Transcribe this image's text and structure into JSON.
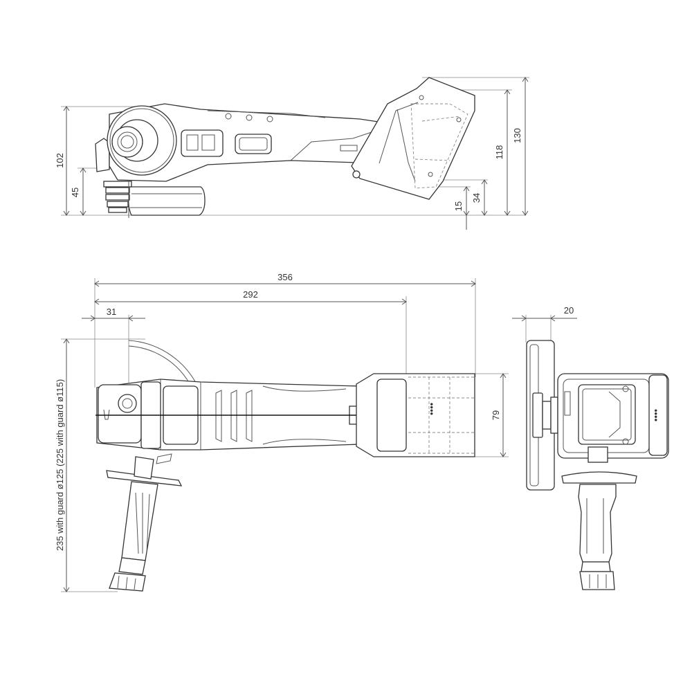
{
  "dimensions": {
    "side_height": "102",
    "side_disc_height": "45",
    "side_overall_height": "130",
    "side_battery_height": "118",
    "side_battery_bottom": "34",
    "side_offset": "15",
    "top_overall_length": "356",
    "top_body_length": "292",
    "top_front_offset": "31",
    "top_width_label": "235 with guard ø125  (225 with guard ø115)",
    "top_body_width": "79",
    "front_disc_offset": "20"
  },
  "colors": {
    "line": "#333333",
    "dimension": "#555555",
    "background": "#ffffff"
  }
}
